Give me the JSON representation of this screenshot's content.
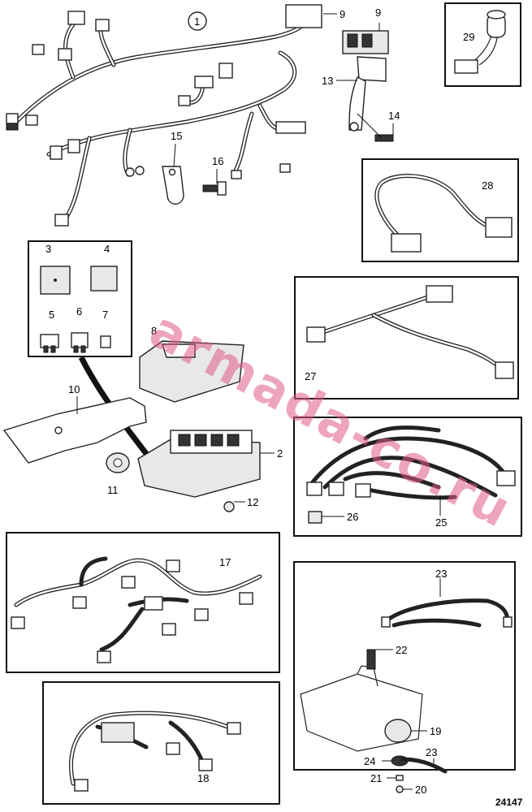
{
  "diagram": {
    "reference_number": "24147",
    "watermark": "armada-co.ru",
    "callouts": {
      "c1": "1",
      "c2": "2",
      "c3": "3",
      "c4": "4",
      "c5": "5",
      "c6": "6",
      "c7": "7",
      "c8": "8",
      "c9a": "9",
      "c9b": "9",
      "c10": "10",
      "c11": "11",
      "c12": "12",
      "c13": "13",
      "c14": "14",
      "c15": "15",
      "c16": "16",
      "c17": "17",
      "c18": "18",
      "c19": "19",
      "c20": "20",
      "c21": "21",
      "c22": "22",
      "c23a": "23",
      "c23b": "23",
      "c24": "24",
      "c25": "25",
      "c26": "26",
      "c27": "27",
      "c28": "28",
      "c29": "29"
    }
  }
}
